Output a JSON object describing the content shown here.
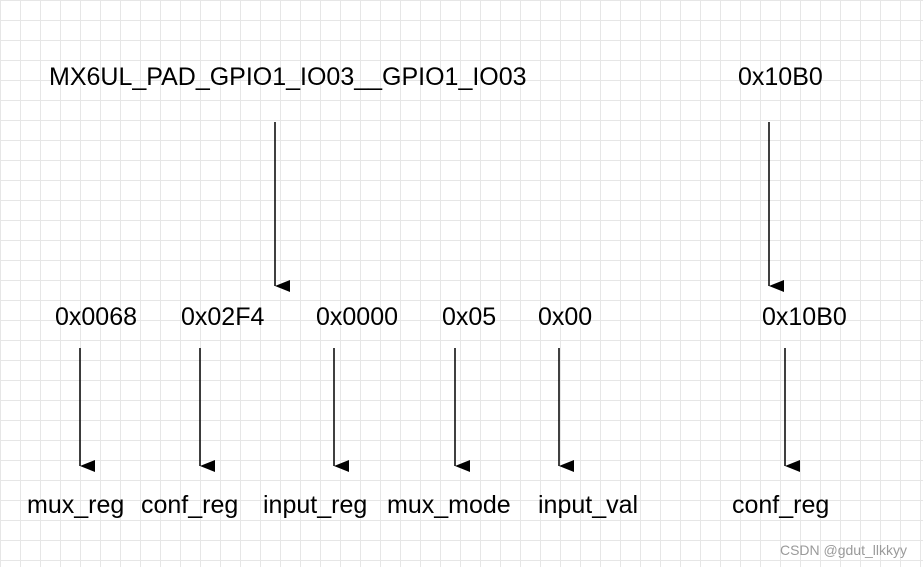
{
  "macro": {
    "name": "MX6UL_PAD_GPIO1_IO03__GPIO1_IO03",
    "config": "0x10B0"
  },
  "values": [
    "0x0068",
    "0x02F4",
    "0x0000",
    "0x05",
    "0x00"
  ],
  "config_value": "0x10B0",
  "fields": [
    "mux_reg",
    "conf_reg",
    "input_reg",
    "mux_mode",
    "input_val"
  ],
  "config_field": "conf_reg",
  "watermark": "CSDN @gdut_llkkyy"
}
